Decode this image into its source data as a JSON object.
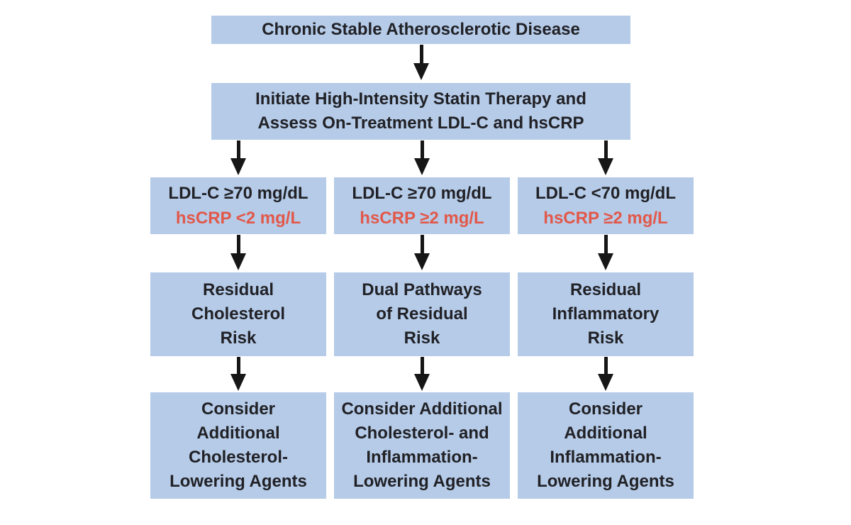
{
  "diagram": {
    "title_box": "Chronic Stable Atherosclerotic Disease",
    "statin_box": [
      "Initiate High-Intensity Statin Therapy and",
      "Assess On-Treatment LDL-C and hsCRP"
    ],
    "columns": [
      {
        "criteria_ldl": "LDL-C ≥70 mg/dL",
        "criteria_hscrp": "hsCRP <2 mg/L",
        "risk": [
          "Residual",
          "Cholesterol",
          "Risk"
        ],
        "action": [
          "Consider",
          "Additional",
          "Cholesterol-",
          "Lowering Agents"
        ]
      },
      {
        "criteria_ldl": "LDL-C ≥70 mg/dL",
        "criteria_hscrp": "hsCRP ≥2 mg/L",
        "risk": [
          "Dual Pathways",
          "of Residual",
          "Risk"
        ],
        "action": [
          "Consider Additional",
          "Cholesterol- and",
          "Inflammation-",
          "Lowering Agents"
        ]
      },
      {
        "criteria_ldl": "LDL-C <70 mg/dL",
        "criteria_hscrp": "hsCRP ≥2 mg/L",
        "risk": [
          "Residual",
          "Inflammatory",
          "Risk"
        ],
        "action": [
          "Consider",
          "Additional",
          "Inflammation-",
          "Lowering Agents"
        ]
      }
    ],
    "colors": {
      "box_fill": "#b5cbe8",
      "text_dark": "#212126",
      "text_red": "#e2584a",
      "arrow": "#161616",
      "background": "#ffffff"
    }
  }
}
